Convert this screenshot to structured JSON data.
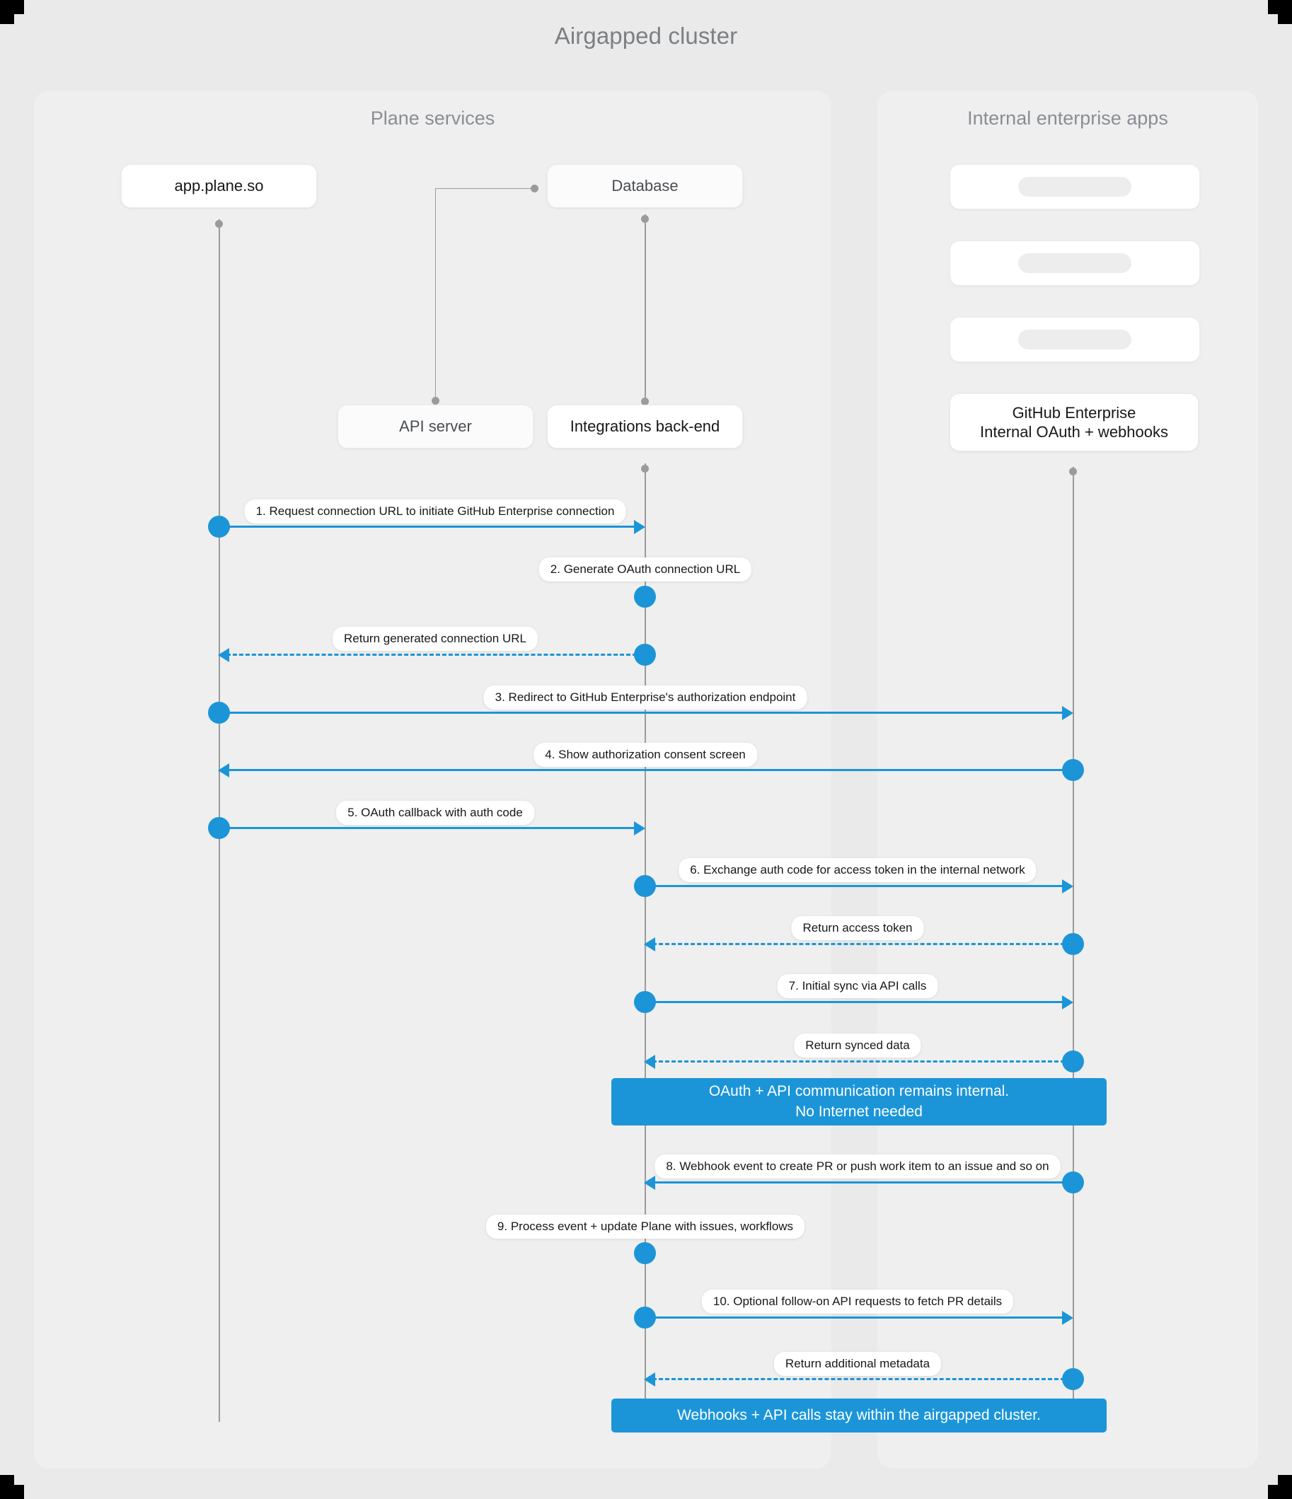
{
  "diagram": {
    "title": "Airgapped cluster",
    "accent_color": "#1b95d8",
    "lifeline_color": "#9b9b9b",
    "panel_bg": "#efefef",
    "page_bg": "#eaeaea"
  },
  "groups": [
    {
      "id": "plane",
      "title": "Plane services"
    },
    {
      "id": "internal",
      "title": "Internal enterprise apps"
    }
  ],
  "participants": [
    {
      "id": "app",
      "label": "app.plane.so",
      "group": "plane"
    },
    {
      "id": "database",
      "label": "Database",
      "group": "plane"
    },
    {
      "id": "api",
      "label": "API server",
      "group": "plane"
    },
    {
      "id": "backend",
      "label": "Integrations back-end",
      "group": "plane"
    },
    {
      "id": "ghe_line1",
      "label": "GitHub Enterprise",
      "group": "internal"
    },
    {
      "id": "ghe_line2",
      "label": "Internal OAuth + webhooks",
      "group": "internal"
    }
  ],
  "placeholders": [
    {
      "id": "placeholder-1",
      "label": ""
    },
    {
      "id": "placeholder-2",
      "label": ""
    },
    {
      "id": "placeholder-3",
      "label": ""
    }
  ],
  "messages": [
    {
      "n": 1,
      "label": "1. Request connection URL to initiate GitHub Enterprise connection",
      "from": "app",
      "to": "backend",
      "style": "solid"
    },
    {
      "n": 2,
      "label": "2. Generate OAuth connection URL",
      "from": "backend",
      "to": "backend",
      "style": "self"
    },
    {
      "n": 3,
      "label": "Return generated connection URL",
      "from": "backend",
      "to": "app",
      "style": "dashed"
    },
    {
      "n": 4,
      "label": "3. Redirect to GitHub Enterprise's authorization endpoint",
      "from": "app",
      "to": "ghe",
      "style": "solid"
    },
    {
      "n": 5,
      "label": "4. Show authorization consent screen",
      "from": "ghe",
      "to": "app",
      "style": "solid"
    },
    {
      "n": 6,
      "label": "5. OAuth callback with auth code",
      "from": "app",
      "to": "backend",
      "style": "solid"
    },
    {
      "n": 7,
      "label": "6. Exchange auth code for access token in the internal network",
      "from": "backend",
      "to": "ghe",
      "style": "solid"
    },
    {
      "n": 8,
      "label": "Return access token",
      "from": "ghe",
      "to": "backend",
      "style": "dashed"
    },
    {
      "n": 9,
      "label": "7. Initial sync via API calls",
      "from": "backend",
      "to": "ghe",
      "style": "solid"
    },
    {
      "n": 10,
      "label": "Return synced data",
      "from": "ghe",
      "to": "backend",
      "style": "dashed"
    },
    {
      "n": 11,
      "label": "8. Webhook event to create PR  or push work item to an issue  and so on",
      "from": "ghe",
      "to": "backend",
      "style": "solid"
    },
    {
      "n": 12,
      "label": "9. Process event + update Plane with issues, workflows",
      "from": "backend",
      "to": "backend",
      "style": "self"
    },
    {
      "n": 13,
      "label": "10. Optional follow-on API requests to fetch PR details",
      "from": "backend",
      "to": "ghe",
      "style": "solid"
    },
    {
      "n": 14,
      "label": "Return additional metadata",
      "from": "ghe",
      "to": "backend",
      "style": "dashed"
    }
  ],
  "notes": [
    {
      "id": "note-internal-only",
      "line1": "OAuth + API communication remains internal.",
      "line2": "No Internet needed"
    },
    {
      "id": "note-airgapped",
      "line1": "Webhooks + API calls stay within the airgapped cluster.",
      "line2": ""
    }
  ]
}
